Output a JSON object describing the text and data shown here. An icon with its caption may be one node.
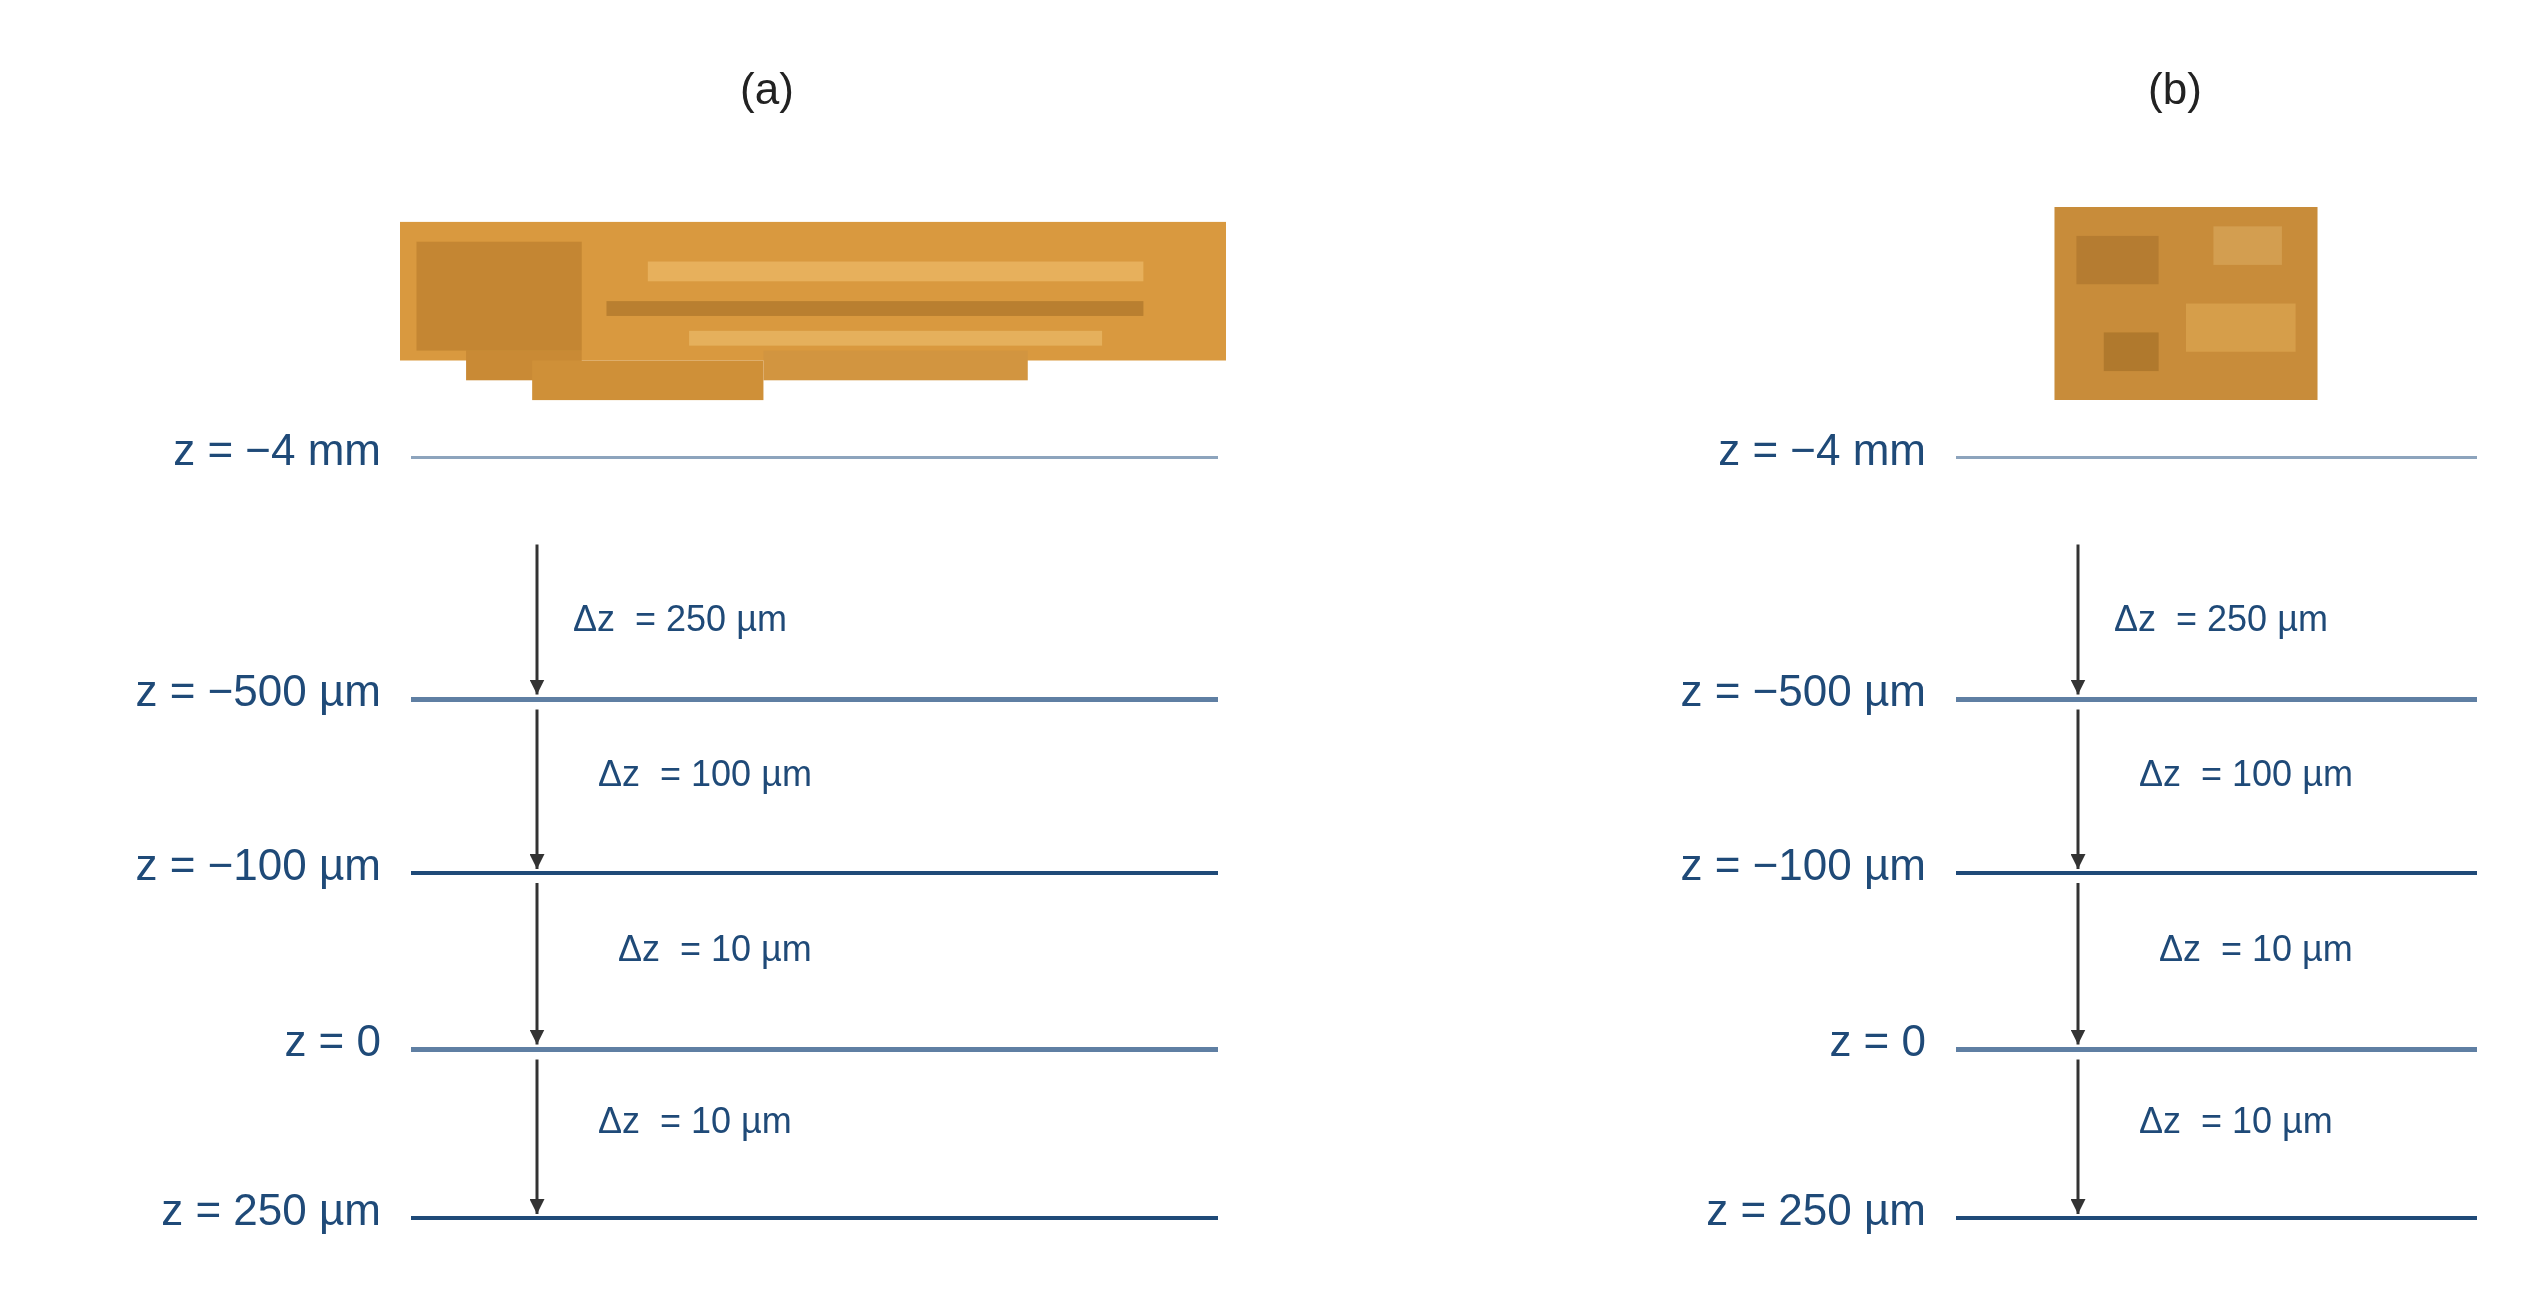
{
  "diagram": {
    "nodes": [
      {
        "text": [
          "z = −4 mm"
        ]
      },
      {
        "text": [
          "z = −500 µm"
        ]
      },
      {
        "text": [
          "z = −100 µm"
        ]
      },
      {
        "text": [
          "z = 0"
        ]
      },
      {
        "text": [
          "z = 250 µm"
        ]
      },
      {
        "text": [
          "z = −4 mm"
        ]
      },
      {
        "text": [
          "z = −500 µm"
        ]
      },
      {
        "text": [
          "z = −100 µm"
        ]
      },
      {
        "text": [
          "z = 0"
        ]
      },
      {
        "text": [
          "z = 250 µm"
        ]
      }
    ],
    "edges": [
      {
        "from": 0,
        "to": 1,
        "arrow": "to",
        "label": "Δz  = 250 µm"
      },
      {
        "from": 1,
        "to": 2,
        "arrow": "to",
        "label": "Δz  = 100 µm"
      },
      {
        "from": 2,
        "to": 3,
        "arrow": "to",
        "label": "Δz  = 10 µm"
      },
      {
        "from": 3,
        "to": 4,
        "arrow": "to",
        "label": "Δz  = 10 µm"
      },
      {
        "from": 5,
        "to": 6,
        "arrow": "to",
        "label": "Δz  = 250 µm"
      },
      {
        "from": 6,
        "to": 7,
        "arrow": "to",
        "label": "Δz  = 100 µm"
      },
      {
        "from": 7,
        "to": 8,
        "arrow": "to",
        "label": "Δz  = 10 µm"
      },
      {
        "from": 8,
        "to": 9,
        "arrow": "to",
        "label": "Δz  = 10 µm"
      }
    ],
    "labels": [
      "(a)",
      "(b)"
    ]
  }
}
